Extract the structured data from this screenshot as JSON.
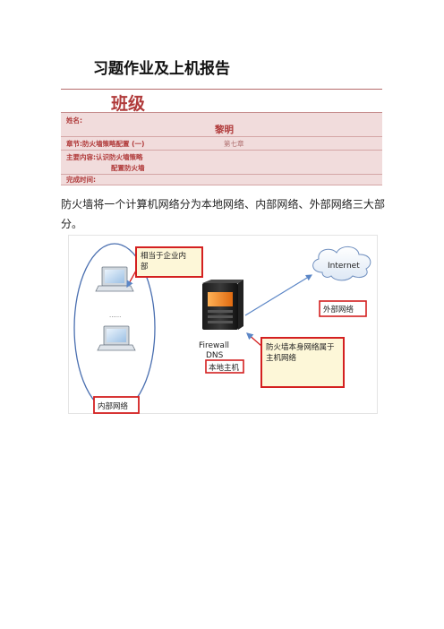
{
  "doc": {
    "title": "习题作业及上机报告"
  },
  "header": {
    "class_label": "班级",
    "name_label": "姓名:",
    "name_value": "黎明",
    "chapter_label": "章节:防火墙策略配置 (一)",
    "chapter_value": "第七章",
    "content_label_line1": "主要内容:认识防火墙策略",
    "content_label_line2": "配置防火墙",
    "time_label": "完成时间:"
  },
  "body": {
    "paragraph": "防火墙将一个计算机网络分为本地网络、内部网络、外部网络三大部分。"
  },
  "diagram": {
    "callout_internal_rel": "相当于企业内部",
    "cloud_label": "Internet",
    "label_external": "外部网络",
    "server_label1": "Firewall",
    "server_label2": "DNS",
    "label_local_host": "本地主机",
    "callout_firewall": "防火墙本身网络属于主机网络",
    "label_internal": "内部网络",
    "dots": "......",
    "colors": {
      "callout_border": "#d42020",
      "ellipse": "#4a6fb0",
      "callout_fill": "#fdf7d8"
    }
  }
}
